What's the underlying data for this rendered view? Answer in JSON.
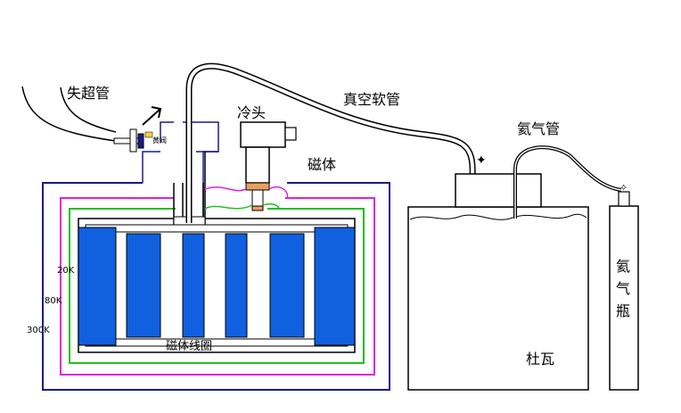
{
  "labels": {
    "transfer_tube": "失超管",
    "vacuum_hose": "真空软管",
    "cold_head": "冷头",
    "magnet": "磁体",
    "helium_tube": "氦气管",
    "valve": "黄阀",
    "temp_20k": "20K",
    "temp_80k": "80K",
    "temp_300k": "300K",
    "coil": "磁体线圈",
    "dewar": "杜瓦",
    "cylinder": "氦\n气\n瓶"
  },
  "colors": {
    "shell_300k": "#1a1a8c",
    "shield_80k": "#e020e0",
    "shield_20k": "#20c020",
    "coil_fill": "#1060e0",
    "tube_outline": "#000000",
    "cold_tip": "#e8a060"
  }
}
